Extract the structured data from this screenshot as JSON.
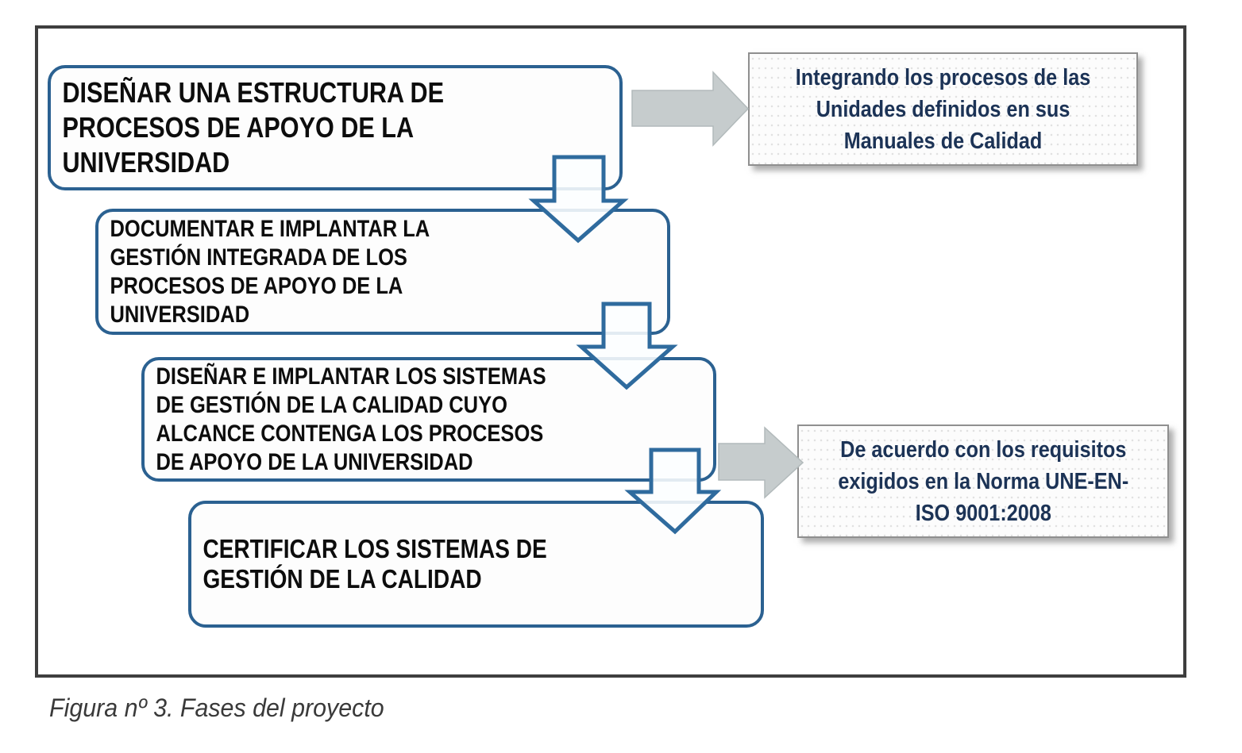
{
  "figure": {
    "caption": "Figura nº 3. Fases del proyecto"
  },
  "phases": [
    {
      "id": "fase-1",
      "lines": [
        "DISEÑAR UNA ESTRUCTURA DE",
        "PROCESOS DE APOYO DE LA",
        "UNIVERSIDAD"
      ]
    },
    {
      "id": "fase-2",
      "lines": [
        "DOCUMENTAR E IMPLANTAR LA",
        "GESTIÓN INTEGRADA DE LOS",
        "PROCESOS DE APOYO DE LA",
        "UNIVERSIDAD"
      ]
    },
    {
      "id": "fase-3",
      "lines": [
        "DISEÑAR E IMPLANTAR LOS SISTEMAS",
        "DE GESTIÓN DE LA CALIDAD CUYO",
        "ALCANCE CONTENGA LOS PROCESOS",
        "DE APOYO DE LA UNIVERSIDAD"
      ]
    },
    {
      "id": "fase-4",
      "lines": [
        "CERTIFICAR LOS SISTEMAS DE",
        "GESTIÓN DE LA CALIDAD"
      ]
    }
  ],
  "notes": [
    {
      "id": "nota-1",
      "lines": [
        "Integrando los procesos de las",
        "Unidades definidos en sus",
        "Manuales de Calidad"
      ]
    },
    {
      "id": "nota-2",
      "lines": [
        "De acuerdo con los requisitos",
        "exigidos en la Norma UNE-EN-",
        "ISO 9001:2008"
      ]
    }
  ],
  "icons": {
    "down_arrow": "outlined blue down block arrow",
    "right_arrow": "solid gray right block arrow"
  },
  "colors": {
    "frame_border": "#3e3e3e",
    "phase_border": "#2b6191",
    "arrow_stroke": "#2f6b9e",
    "gray_arrow_fill": "#c6cccd",
    "note_text": "#1c3356",
    "note_border": "#8f8f8f",
    "phase_text": "#0d0d0d",
    "caption_text": "#3a3a3a"
  }
}
